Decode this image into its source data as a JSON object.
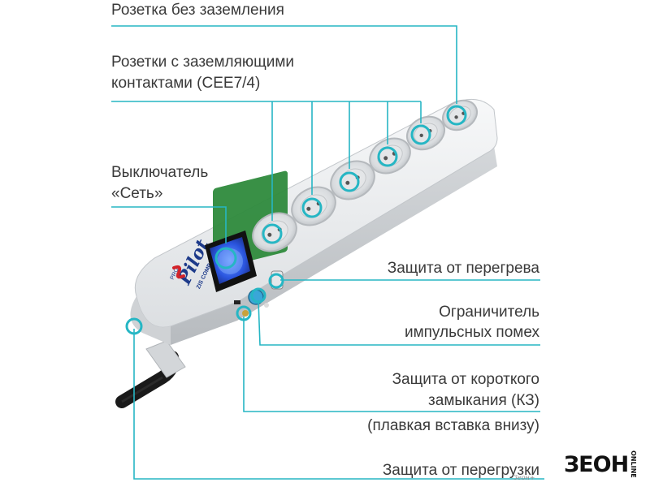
{
  "labels": {
    "ungrounded_socket": "Розетка без заземления",
    "grounded_sockets_line1": "Розетки с заземляющими",
    "grounded_sockets_line2": "контактами (CEE7/4)",
    "switch_line1": "Выключатель",
    "switch_line2": "«Сеть»",
    "overheat": "Защита от перегрева",
    "surge_line1": "Ограничитель",
    "surge_line2": "импульсных помех",
    "short_circuit_line1": "Защита от короткого",
    "short_circuit_line2": "замыкания (КЗ)",
    "fuse_note": "(плавкая вставка внизу)",
    "overload": "Защита от перегрузки"
  },
  "product_print": {
    "brand": "Pilot",
    "maker": "ZIS COMPANY",
    "model": "PRO"
  },
  "brand_logo": {
    "text": "ЗЕОН",
    "side": "ONLINE",
    "watermark": "Зеон+"
  },
  "colors": {
    "callout": "#26b6c4",
    "text": "#3a3a3a",
    "body": "#e6e8ea",
    "switch": "#2b56e0",
    "board": "#2e8a3c"
  },
  "icons": {
    "callout_marker": "ring-icon",
    "switch_light": "glow-icon"
  }
}
